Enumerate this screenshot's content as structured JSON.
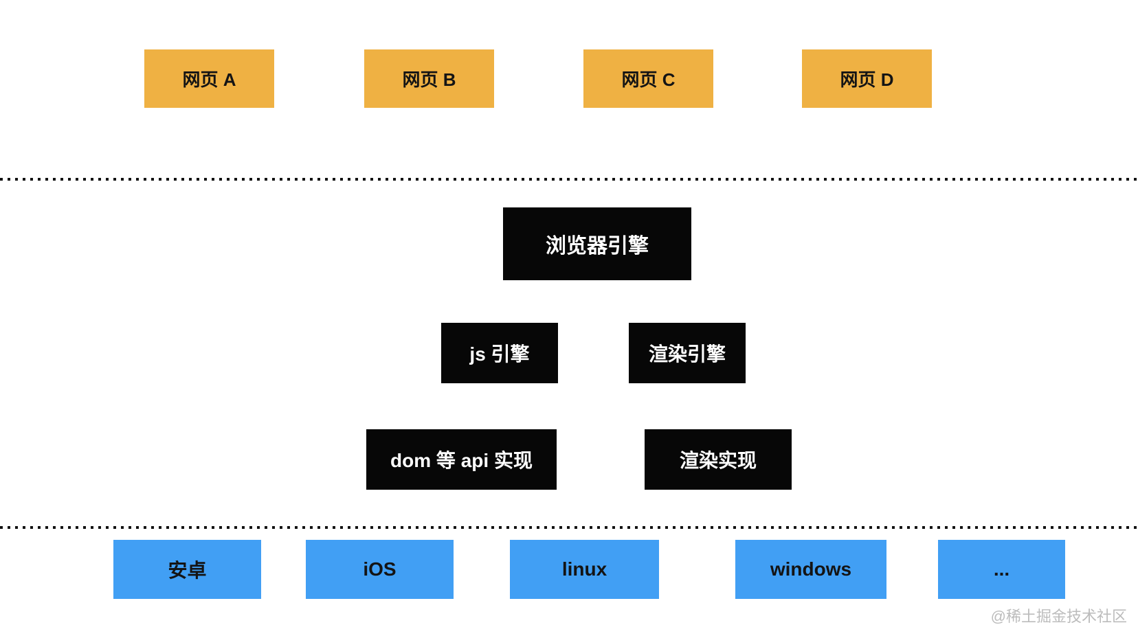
{
  "diagram": {
    "title_semantic": "browser-architecture-diagram",
    "pages": [
      "网页 A",
      "网页 B",
      "网页 C",
      "网页 D"
    ],
    "browser_engine_label": "浏览器引擎",
    "engines": [
      "js 引擎",
      "渲染引擎"
    ],
    "implementations": [
      "dom 等 api 实现",
      "渲染实现"
    ],
    "platforms": [
      "安卓",
      "iOS",
      "linux",
      "windows",
      "..."
    ],
    "watermark": "@稀土掘金技术社区"
  },
  "colors": {
    "bg": "#ffffff",
    "orange": "#efb143",
    "blue": "#419ff4",
    "black_box": "#070707",
    "dark_text": "#141414",
    "light_text": "#ffffff",
    "line": "#111111",
    "watermark": "#bcbcbc"
  }
}
